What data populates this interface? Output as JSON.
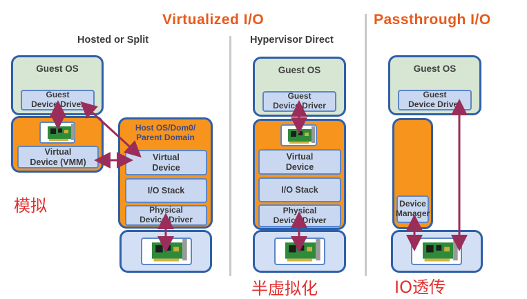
{
  "titles": {
    "virtualized": "Virtualized I/O",
    "passthrough": "Passthrough I/O"
  },
  "subtitles": {
    "hosted": "Hosted or Split",
    "hypervisor": "Hypervisor Direct"
  },
  "hosted": {
    "guest_os": "Guest OS",
    "guest_driver": "Guest\nDevice Driver",
    "virtual_device_vmm": "Virtual\nDevice (VMM)",
    "host_os": "Host OS/Dom0/\nParent Domain",
    "virtual_device": "Virtual\nDevice",
    "io_stack": "I/O Stack",
    "physical_driver": "Physical\nDevice Driver"
  },
  "direct": {
    "guest_os": "Guest OS",
    "guest_driver": "Guest\nDevice Driver",
    "virtual_device": "Virtual\nDevice",
    "io_stack": "I/O Stack",
    "physical_driver": "Physical\nDevice Driver"
  },
  "passthrough": {
    "guest_os": "Guest OS",
    "guest_driver": "Guest\nDevice Driver",
    "device_manager": "Device\nManager"
  },
  "annotations": {
    "emulation": "模拟",
    "paravirt": "半虚拟化",
    "io_passthrough": "IO透传"
  },
  "colors": {
    "title_orange": "#e85a1a",
    "border_blue": "#2f5fa8",
    "guest_green": "#d7e6d2",
    "vmm_orange": "#f7941d",
    "inner_blue": "#c9d8f0",
    "arrow_purple": "#9b2d5a",
    "annotation_red": "#e03030"
  }
}
